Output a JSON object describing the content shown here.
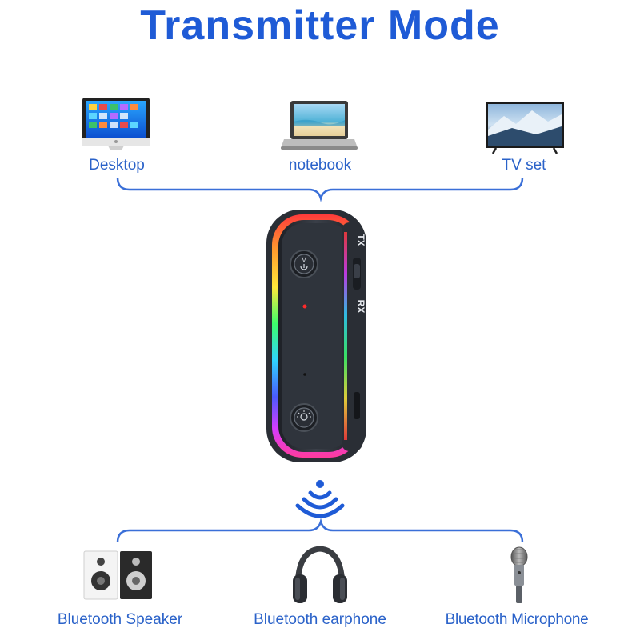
{
  "title": "Transmitter Mode",
  "sources": [
    {
      "label": "Desktop",
      "icon": "desktop-monitor-icon"
    },
    {
      "label": "notebook",
      "icon": "laptop-icon"
    },
    {
      "label": "TV set",
      "icon": "tv-icon"
    }
  ],
  "device": {
    "switch_top_label": "TX",
    "switch_bottom_label": "RX",
    "button_top_label": "M",
    "icon": "bluetooth-transmitter-device-icon"
  },
  "signal_icon": "wireless-signal-icon",
  "targets": [
    {
      "label": "Bluetooth Speaker",
      "icon": "speaker-icon"
    },
    {
      "label": "Bluetooth earphone",
      "icon": "headphones-icon"
    },
    {
      "label": "Bluetooth Microphone",
      "icon": "microphone-icon"
    }
  ],
  "colors": {
    "accent": "#1f5bd6",
    "label": "#2a62c9",
    "bracket": "#3a6fd8",
    "device_body": "#2b2f36"
  }
}
